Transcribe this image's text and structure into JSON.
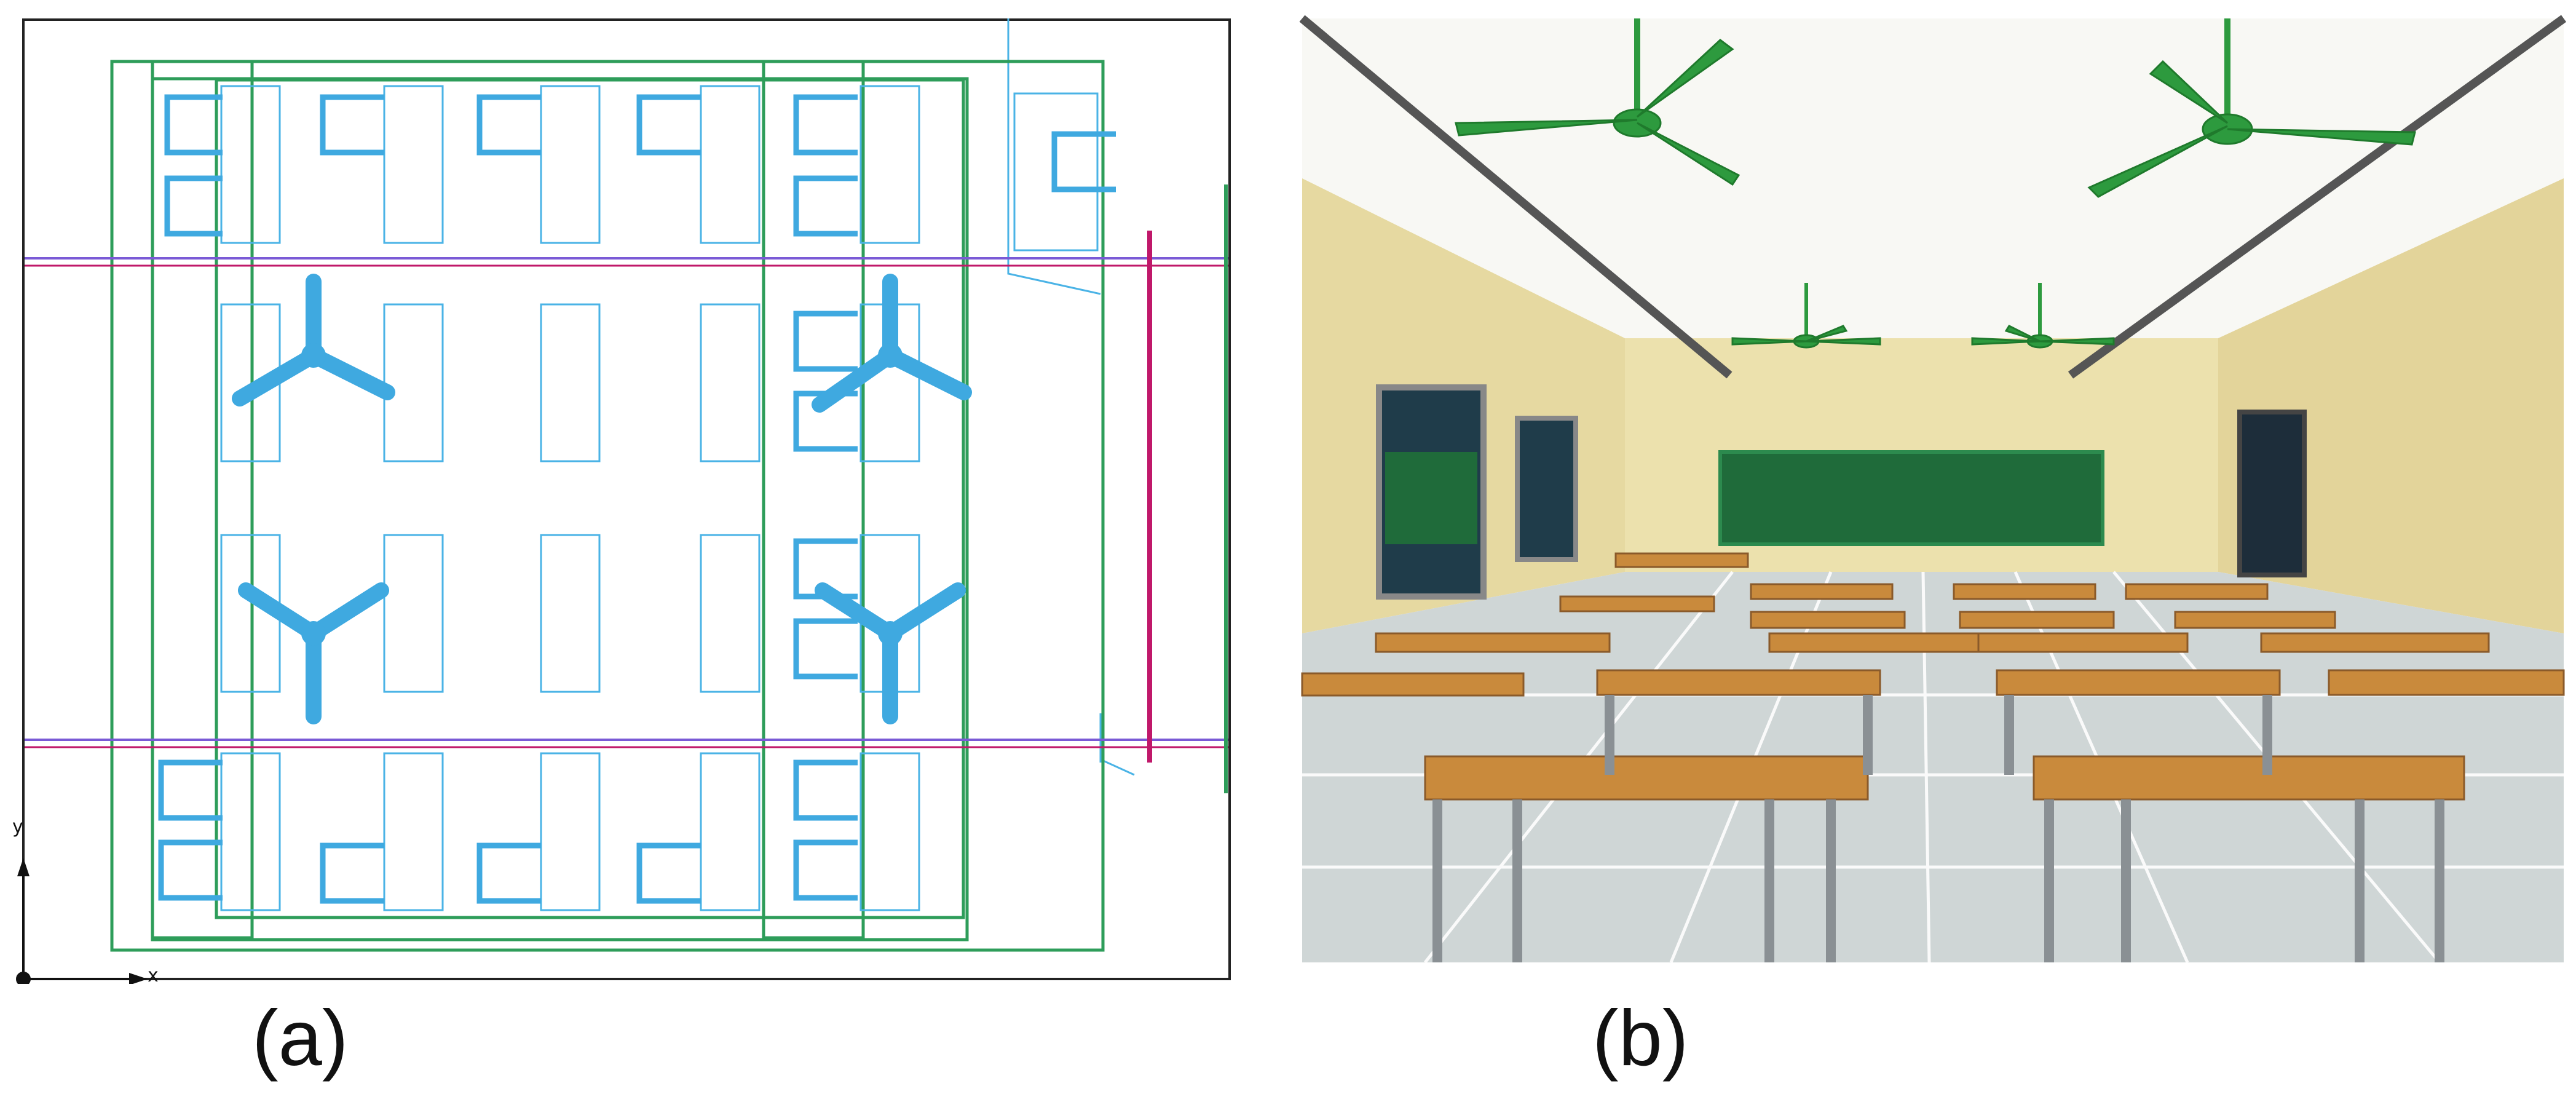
{
  "panels": [
    {
      "id": "a",
      "caption": "(a)"
    },
    {
      "id": "b",
      "caption": "(b)"
    }
  ],
  "axes": {
    "x_label": "x",
    "y_label": "y"
  },
  "colors": {
    "wall": "#222222",
    "zone": "#2e9d5a",
    "furniture": "#4ab3e6",
    "fan_plan": "#3fa9e0",
    "beam": "#7a5ad6",
    "beam_accent": "#c0186a",
    "board": "#1f6b3a",
    "fan_3d": "#2d9a3e",
    "desk_top": "#c98a3c",
    "wall_3d": "#ece1ad",
    "ceiling": "#f8f8f4"
  },
  "icons": [
    "ceiling-fan-icon",
    "chair-icon",
    "desk-icon"
  ]
}
